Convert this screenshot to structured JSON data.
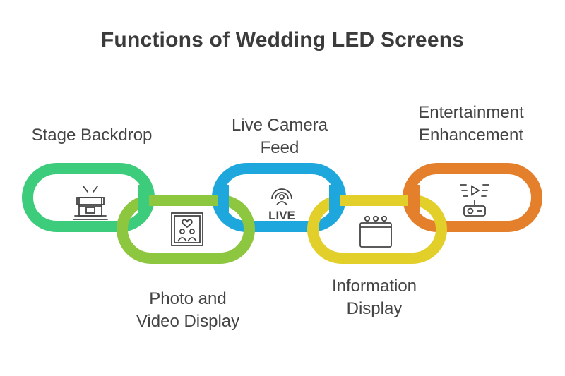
{
  "title": "Functions of Wedding LED Screens",
  "links": [
    {
      "id": "stage",
      "lines": [
        "Stage Backdrop"
      ],
      "color": "#3dcb7c",
      "icon": "stage-icon"
    },
    {
      "id": "photo",
      "lines": [
        "Photo and",
        "Video Display"
      ],
      "color": "#8dc63f",
      "icon": "photo-frame-icon"
    },
    {
      "id": "camera",
      "lines": [
        "Live Camera",
        "Feed"
      ],
      "color": "#1ea7dd",
      "icon": "live-camera-icon",
      "icon_text": "LIVE"
    },
    {
      "id": "info",
      "lines": [
        "Information",
        "Display"
      ],
      "color": "#e3cf2a",
      "icon": "screen-icon"
    },
    {
      "id": "entertainment",
      "lines": [
        "Entertainment",
        "Enhancement"
      ],
      "color": "#e47f2c",
      "icon": "projector-icon"
    }
  ]
}
